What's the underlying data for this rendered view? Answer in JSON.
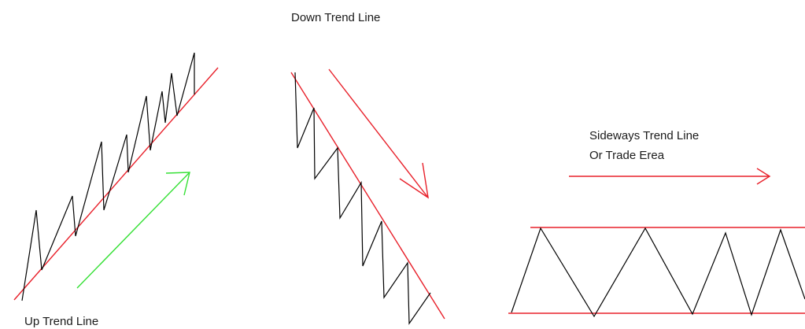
{
  "labels": {
    "up": "Up Trend Line",
    "down": "Down Trend Line",
    "sideways_line1": "Sideways Trend Line",
    "sideways_line2": "Or  Trade Erea"
  },
  "colors": {
    "trend_line": "#e8202a",
    "price": "#000000",
    "up_arrow": "#35e035",
    "down_arrow": "#e8202a",
    "sideways_arrow": "#e8202a",
    "text": "#1a1a1a",
    "background": "#ffffff"
  }
}
